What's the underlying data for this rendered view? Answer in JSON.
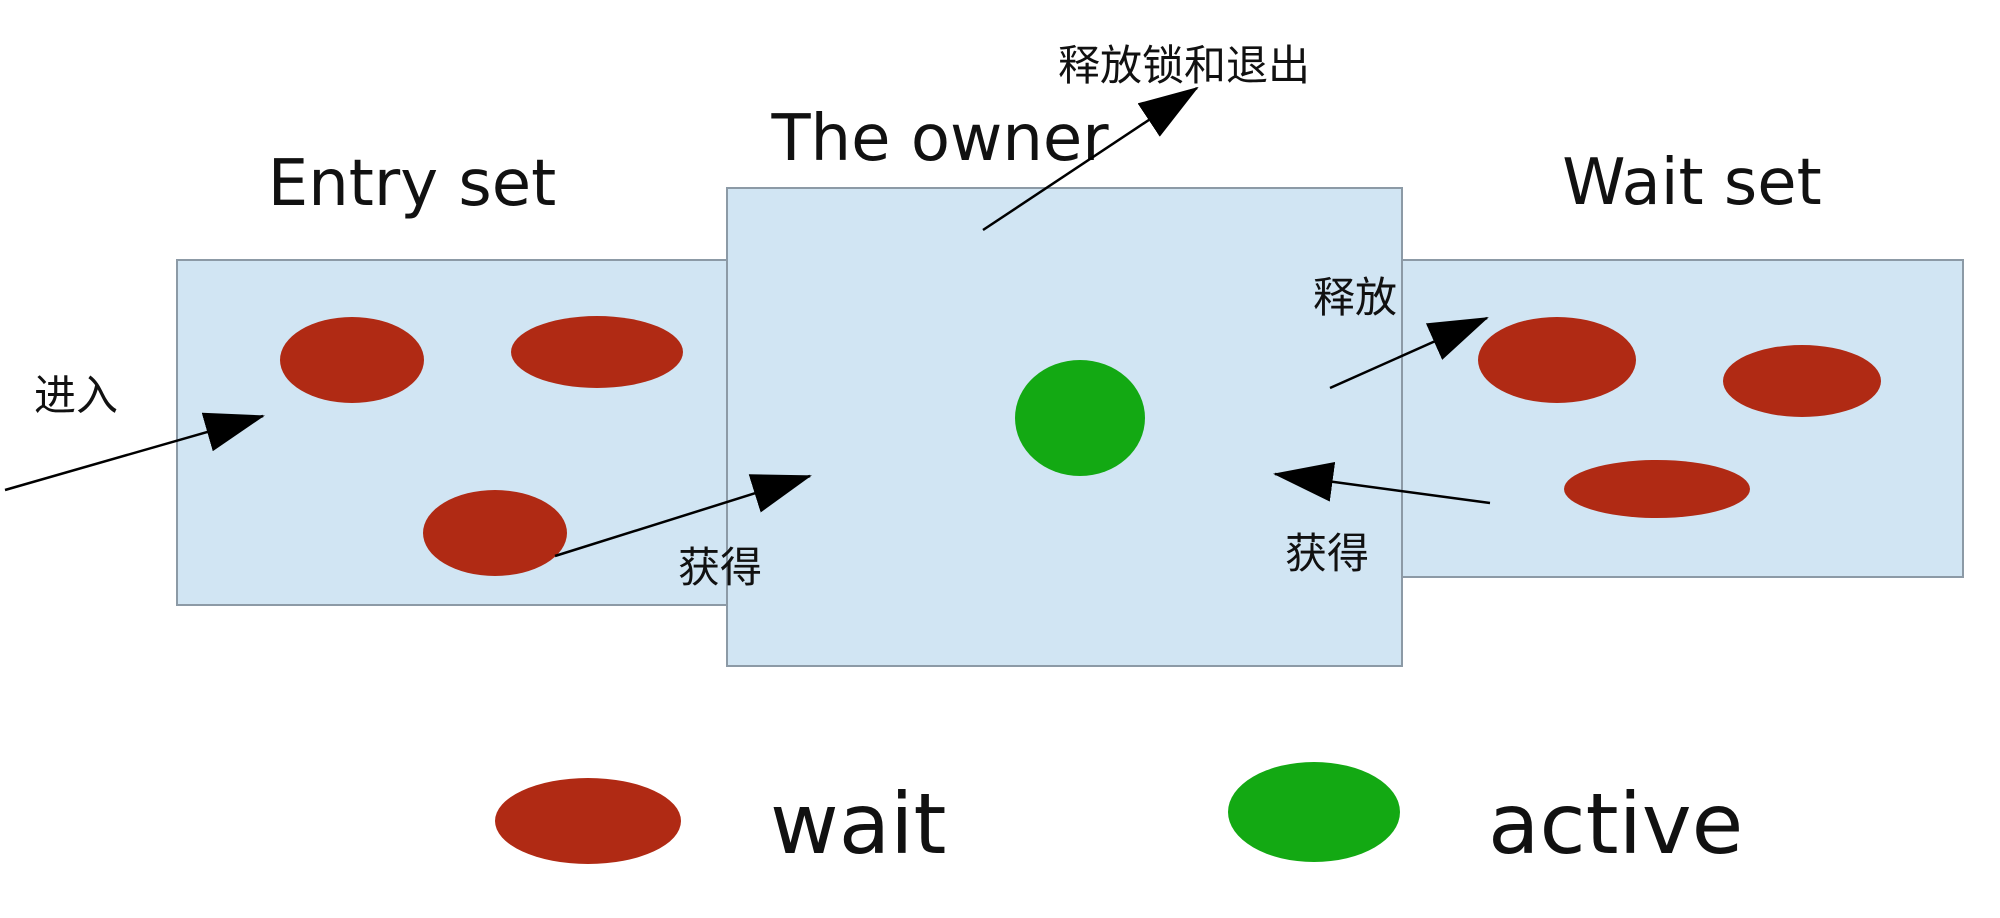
{
  "sets": {
    "entry_title": "Entry set",
    "owner_title": "The owner",
    "wait_title": "Wait set"
  },
  "arrows": {
    "enter_label": "进入",
    "acquire_from_entry_label": "获得",
    "release_and_exit_label": "释放锁和退出",
    "release_label": "释放",
    "acquire_from_wait_label": "获得"
  },
  "legend": {
    "wait_label": "wait",
    "active_label": "active"
  },
  "colors": {
    "box_fill": "#d1e5f3",
    "box_stroke": "#8c9aa6",
    "wait_thread": "#b02a14",
    "active_thread": "#13a913"
  }
}
